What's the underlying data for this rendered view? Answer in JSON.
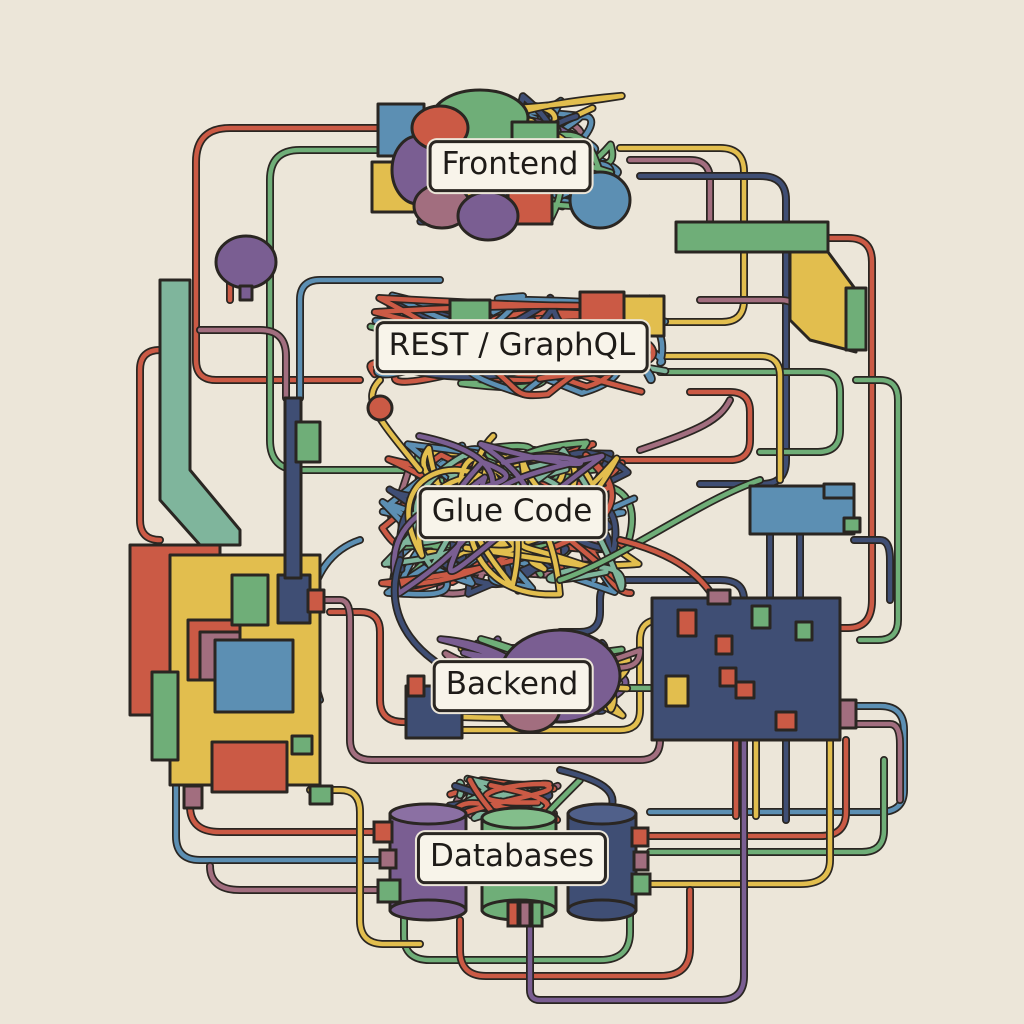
{
  "diagram": {
    "layers": [
      {
        "id": "frontend",
        "label": "Frontend"
      },
      {
        "id": "api",
        "label": "REST / GraphQL"
      },
      {
        "id": "glue",
        "label": "Glue Code"
      },
      {
        "id": "backend",
        "label": "Backend"
      },
      {
        "id": "databases",
        "label": "Databases"
      }
    ]
  },
  "palette": {
    "red": "#CB5A45",
    "blue": "#5C8FB3",
    "green": "#6FAE78",
    "yellow": "#E2BE4E",
    "purple": "#7A5E92",
    "mauve": "#A26E7F",
    "navy": "#3F4E74",
    "teal": "#7FB59C",
    "outline": "#2A2622",
    "background": "#ECE6D9"
  }
}
